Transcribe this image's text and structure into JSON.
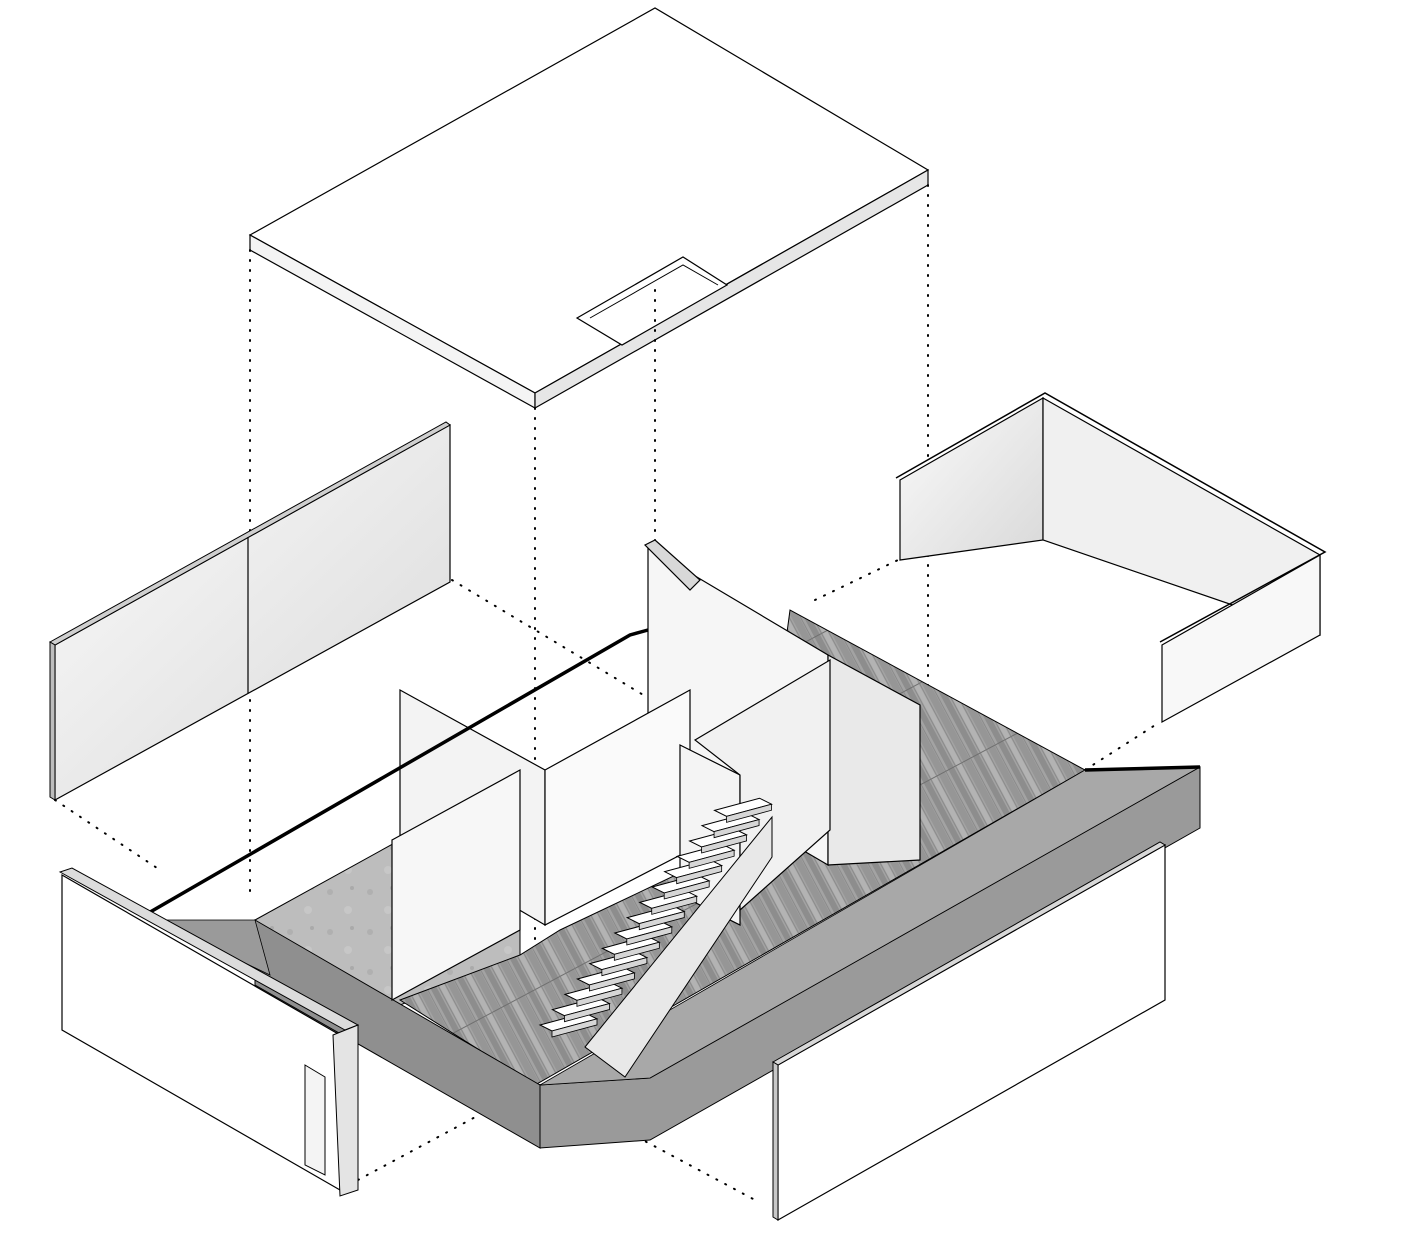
{
  "figure": {
    "kind": "exploded-axonometric-architectural-diagram",
    "background": "#ffffff",
    "line_color": "#000000",
    "wall_face_light": "#f3f3f3",
    "wall_face_mid": "#e2e2e2",
    "slab_band_color": "#8f8f8f",
    "floor_wood_color": "#9e9e9e",
    "floor_concrete_color": "#b9b9b9",
    "labels": []
  },
  "components": [
    {
      "id": "roof-slab",
      "has_opening": true
    },
    {
      "id": "left-wall-panel",
      "segments": 2
    },
    {
      "id": "right-l-wall"
    },
    {
      "id": "interior-partitions"
    },
    {
      "id": "staircase",
      "steps": 15
    },
    {
      "id": "floor-slab",
      "finishes": [
        "wood-planks",
        "concrete"
      ]
    },
    {
      "id": "front-left-wall"
    },
    {
      "id": "front-right-wall"
    }
  ]
}
